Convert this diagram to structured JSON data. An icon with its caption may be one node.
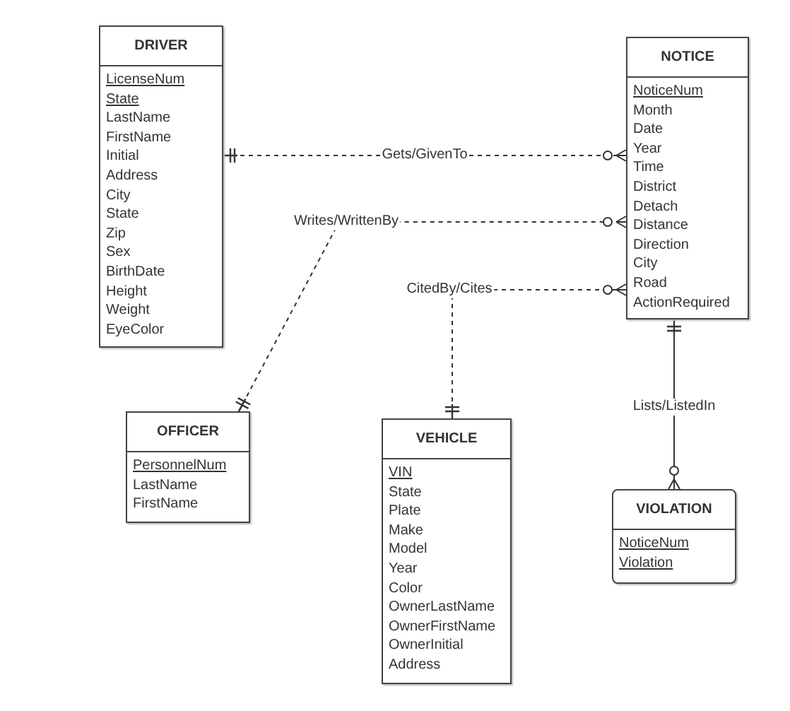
{
  "diagram": {
    "nodes": [
      {
        "text": [
          "DRIVER",
          "LicenseNum",
          "State",
          "LastName",
          "FirstName",
          "Initial",
          "Address",
          "City",
          "State",
          "Zip",
          "Sex",
          "BirthDate",
          "Height",
          "Weight",
          "EyeColor"
        ]
      },
      {
        "text": [
          "NOTICE",
          "NoticeNum",
          "Month",
          "Date",
          "Year",
          "Time",
          "District",
          "Detach",
          "Distance",
          "Direction",
          "City",
          "Road",
          "ActionRequired"
        ]
      },
      {
        "text": [
          "OFFICER",
          "PersonnelNum",
          "LastName",
          "FirstName"
        ]
      },
      {
        "text": [
          "VEHICLE",
          "VIN",
          "State",
          "Plate",
          "Make",
          "Model",
          "Year",
          "Color",
          "OwnerLastName",
          "OwnerFirstName",
          "OwnerInitial",
          "Address"
        ]
      },
      {
        "text": [
          "VIOLATION",
          "NoticeNum",
          "Violation"
        ]
      }
    ],
    "edges": [
      {
        "from": 0,
        "to": 1,
        "arrow": "other",
        "label": "Gets/GivenTo",
        "style": "dashed"
      },
      {
        "from": 2,
        "to": 1,
        "arrow": "other",
        "label": "Writes/WrittenBy",
        "style": "dashed"
      },
      {
        "from": 3,
        "to": 1,
        "arrow": "other",
        "label": "CitedBy/Cites",
        "style": "dashed"
      },
      {
        "from": 1,
        "to": 4,
        "arrow": "other",
        "label": "Lists/ListedIn"
      }
    ]
  }
}
